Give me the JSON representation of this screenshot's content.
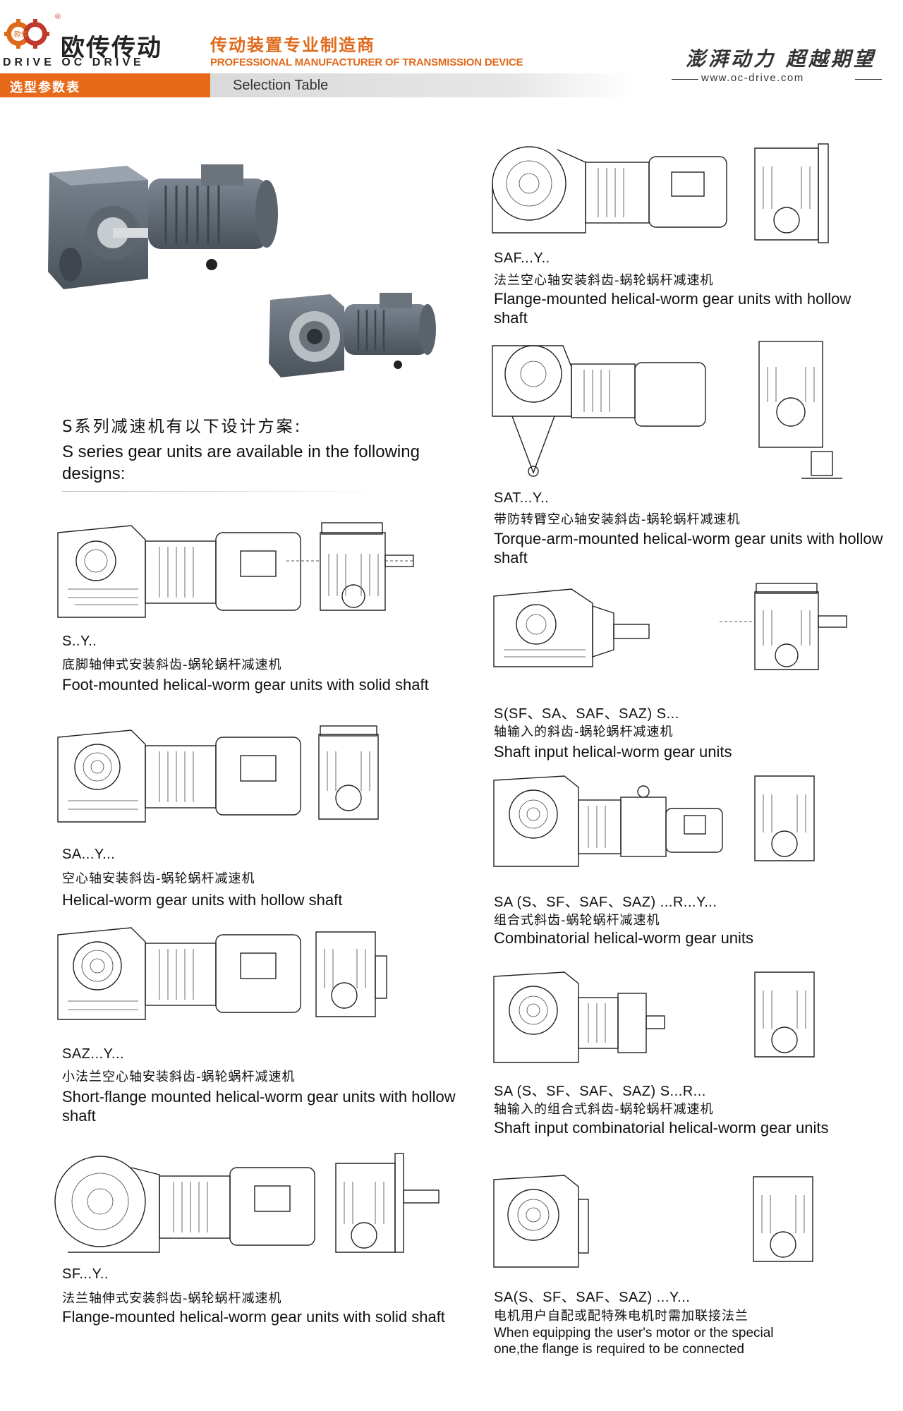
{
  "header": {
    "logo_cn": "欧传传动",
    "logo_en": "DRIVE  OC DRIVE",
    "logo_mark": "欧传",
    "tagline_cn": "传动装置专业制造商",
    "tagline_en": "PROFESSIONAL MANUFACTURER OF TRANSMISSION DEVICE",
    "slogan": "澎湃动力 超越期望",
    "website": "www.oc-drive.com",
    "section_cn": "选型参数表",
    "section_en": "Selection Table"
  },
  "intro": {
    "cn": "S系列减速机有以下设计方案:",
    "en": "S series gear units are available in the following designs:"
  },
  "designs_left": [
    {
      "code": "S..Y..",
      "cn": "底脚轴伸式安装斜齿-蜗轮蜗杆减速机",
      "en": "Foot-mounted helical-worm gear units with solid shaft"
    },
    {
      "code": "SA...Y...",
      "cn": "空心轴安装斜齿-蜗轮蜗杆减速机",
      "en": "Helical-worm gear units with hollow shaft"
    },
    {
      "code": "SAZ...Y...",
      "cn": "小法兰空心轴安装斜齿-蜗轮蜗杆减速机",
      "en": "Short-flange mounted helical-worm gear units with hollow shaft"
    },
    {
      "code": "SF...Y..",
      "cn": "法兰轴伸式安装斜齿-蜗轮蜗杆减速机",
      "en": "Flange-mounted helical-worm gear units with solid shaft"
    }
  ],
  "designs_right": [
    {
      "code": "SAF...Y..",
      "cn": "法兰空心轴安装斜齿-蜗轮蜗杆减速机",
      "en": "Flange-mounted helical-worm gear units with hollow shaft"
    },
    {
      "code": "SAT...Y..",
      "cn": "带防转臂空心轴安装斜齿-蜗轮蜗杆减速机",
      "en": "Torque-arm-mounted helical-worm gear units with hollow shaft"
    },
    {
      "code": "S(SF、SA、SAF、SAZ) S...",
      "cn": "轴输入的斜齿-蜗轮蜗杆减速机",
      "en": "Shaft input helical-worm gear units"
    },
    {
      "code": "SA (S、SF、SAF、SAZ) ...R...Y...",
      "cn": "组合式斜齿-蜗轮蜗杆减速机",
      "en": "Combinatorial helical-worm gear units"
    },
    {
      "code": "SA (S、SF、SAF、SAZ) S...R...",
      "cn": "轴输入的组合式斜齿-蜗轮蜗杆减速机",
      "en": "Shaft input combinatorial helical-worm gear units"
    },
    {
      "code": "SA(S、SF、SAF、SAZ) ...Y...",
      "cn": "电机用户自配或配特殊电机时需加联接法兰",
      "en": "When equipping the user's motor or the special one,the flange is required to be connected"
    }
  ]
}
